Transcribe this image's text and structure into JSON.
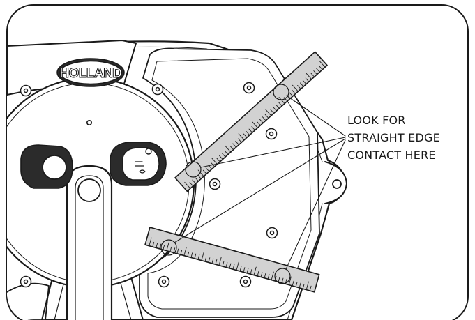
{
  "logo": {
    "text": "HOLLAND"
  },
  "callout": {
    "lines": [
      "LOOK FOR",
      "STRAIGHT EDGE",
      "CONTACT HERE"
    ]
  },
  "colors": {
    "line": "#1a1a1a",
    "plate": "#ffffff",
    "straight_edge": "#d2d2d2",
    "dark_face": "#2b2b2b"
  },
  "icons": [
    "bolt-icon",
    "logo-badge",
    "ruler-tick-icon"
  ]
}
